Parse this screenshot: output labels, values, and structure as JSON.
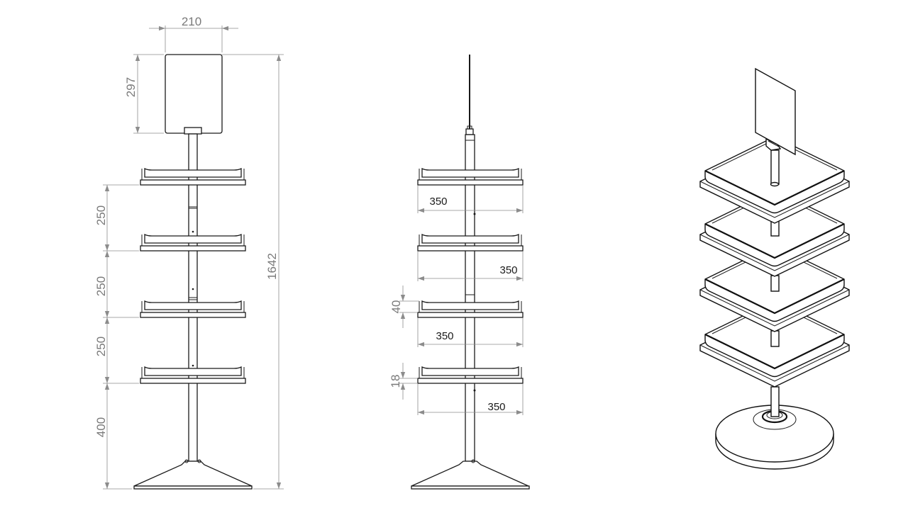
{
  "front_view": {
    "dims": {
      "sign_width": "210",
      "sign_height": "297",
      "total_height": "1642",
      "shelf_spacing_1": "250",
      "shelf_spacing_2": "250",
      "shelf_spacing_3": "250",
      "base_to_shelf": "400"
    }
  },
  "side_view": {
    "dims": {
      "shelf_depth_1": "350",
      "shelf_depth_2": "350",
      "shelf_depth_3": "350",
      "shelf_depth_4": "350",
      "rim_height": "40",
      "shelf_thickness": "18"
    }
  },
  "colors": {
    "line": "#1a1a1a",
    "dimension": "#8c8c8c",
    "dimension_text": "#7a7a7a"
  }
}
